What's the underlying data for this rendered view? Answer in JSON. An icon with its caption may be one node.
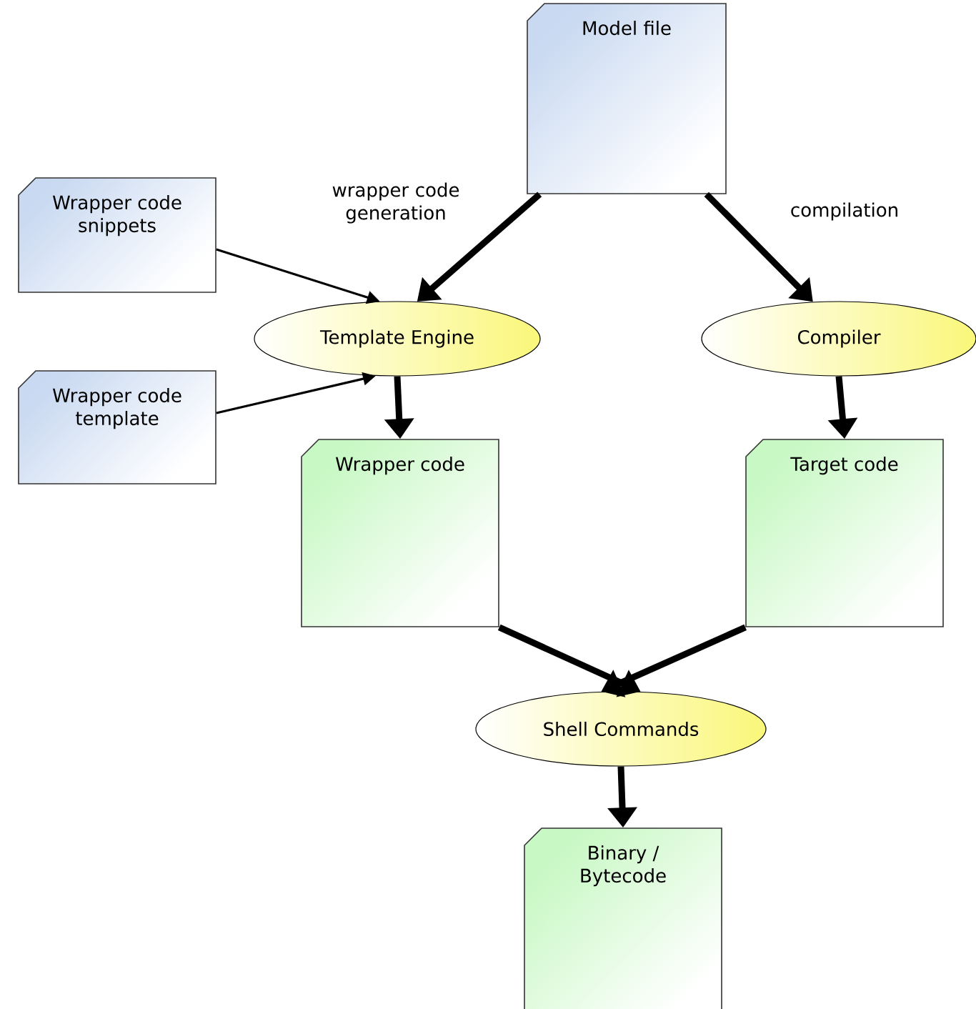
{
  "diagram": {
    "nodes": [
      {
        "text": [
          "Model file"
        ]
      },
      {
        "text": [
          "Wrapper code snippets"
        ]
      },
      {
        "text": [
          "Template Engine"
        ]
      },
      {
        "text": [
          "Compiler"
        ]
      },
      {
        "text": [
          "Wrapper code template"
        ]
      },
      {
        "text": [
          "Wrapper code"
        ]
      },
      {
        "text": [
          "Target code"
        ]
      },
      {
        "text": [
          "Shell Commands"
        ]
      },
      {
        "text": [
          "Binary / Bytecode"
        ]
      }
    ],
    "edges": [
      {
        "from": 0,
        "to": 2,
        "arrow": "to",
        "label": "wrapper code generation"
      },
      {
        "from": 0,
        "to": 3,
        "arrow": "to",
        "label": "compilation"
      },
      {
        "from": 1,
        "to": 2,
        "arrow": "to"
      },
      {
        "from": 4,
        "to": 2,
        "arrow": "to"
      },
      {
        "from": 2,
        "to": 5,
        "arrow": "to"
      },
      {
        "from": 3,
        "to": 6,
        "arrow": "to"
      },
      {
        "from": 5,
        "to": 7,
        "arrow": "to"
      },
      {
        "from": 6,
        "to": 7,
        "arrow": "to"
      },
      {
        "from": 7,
        "to": 8,
        "arrow": "to"
      }
    ]
  }
}
